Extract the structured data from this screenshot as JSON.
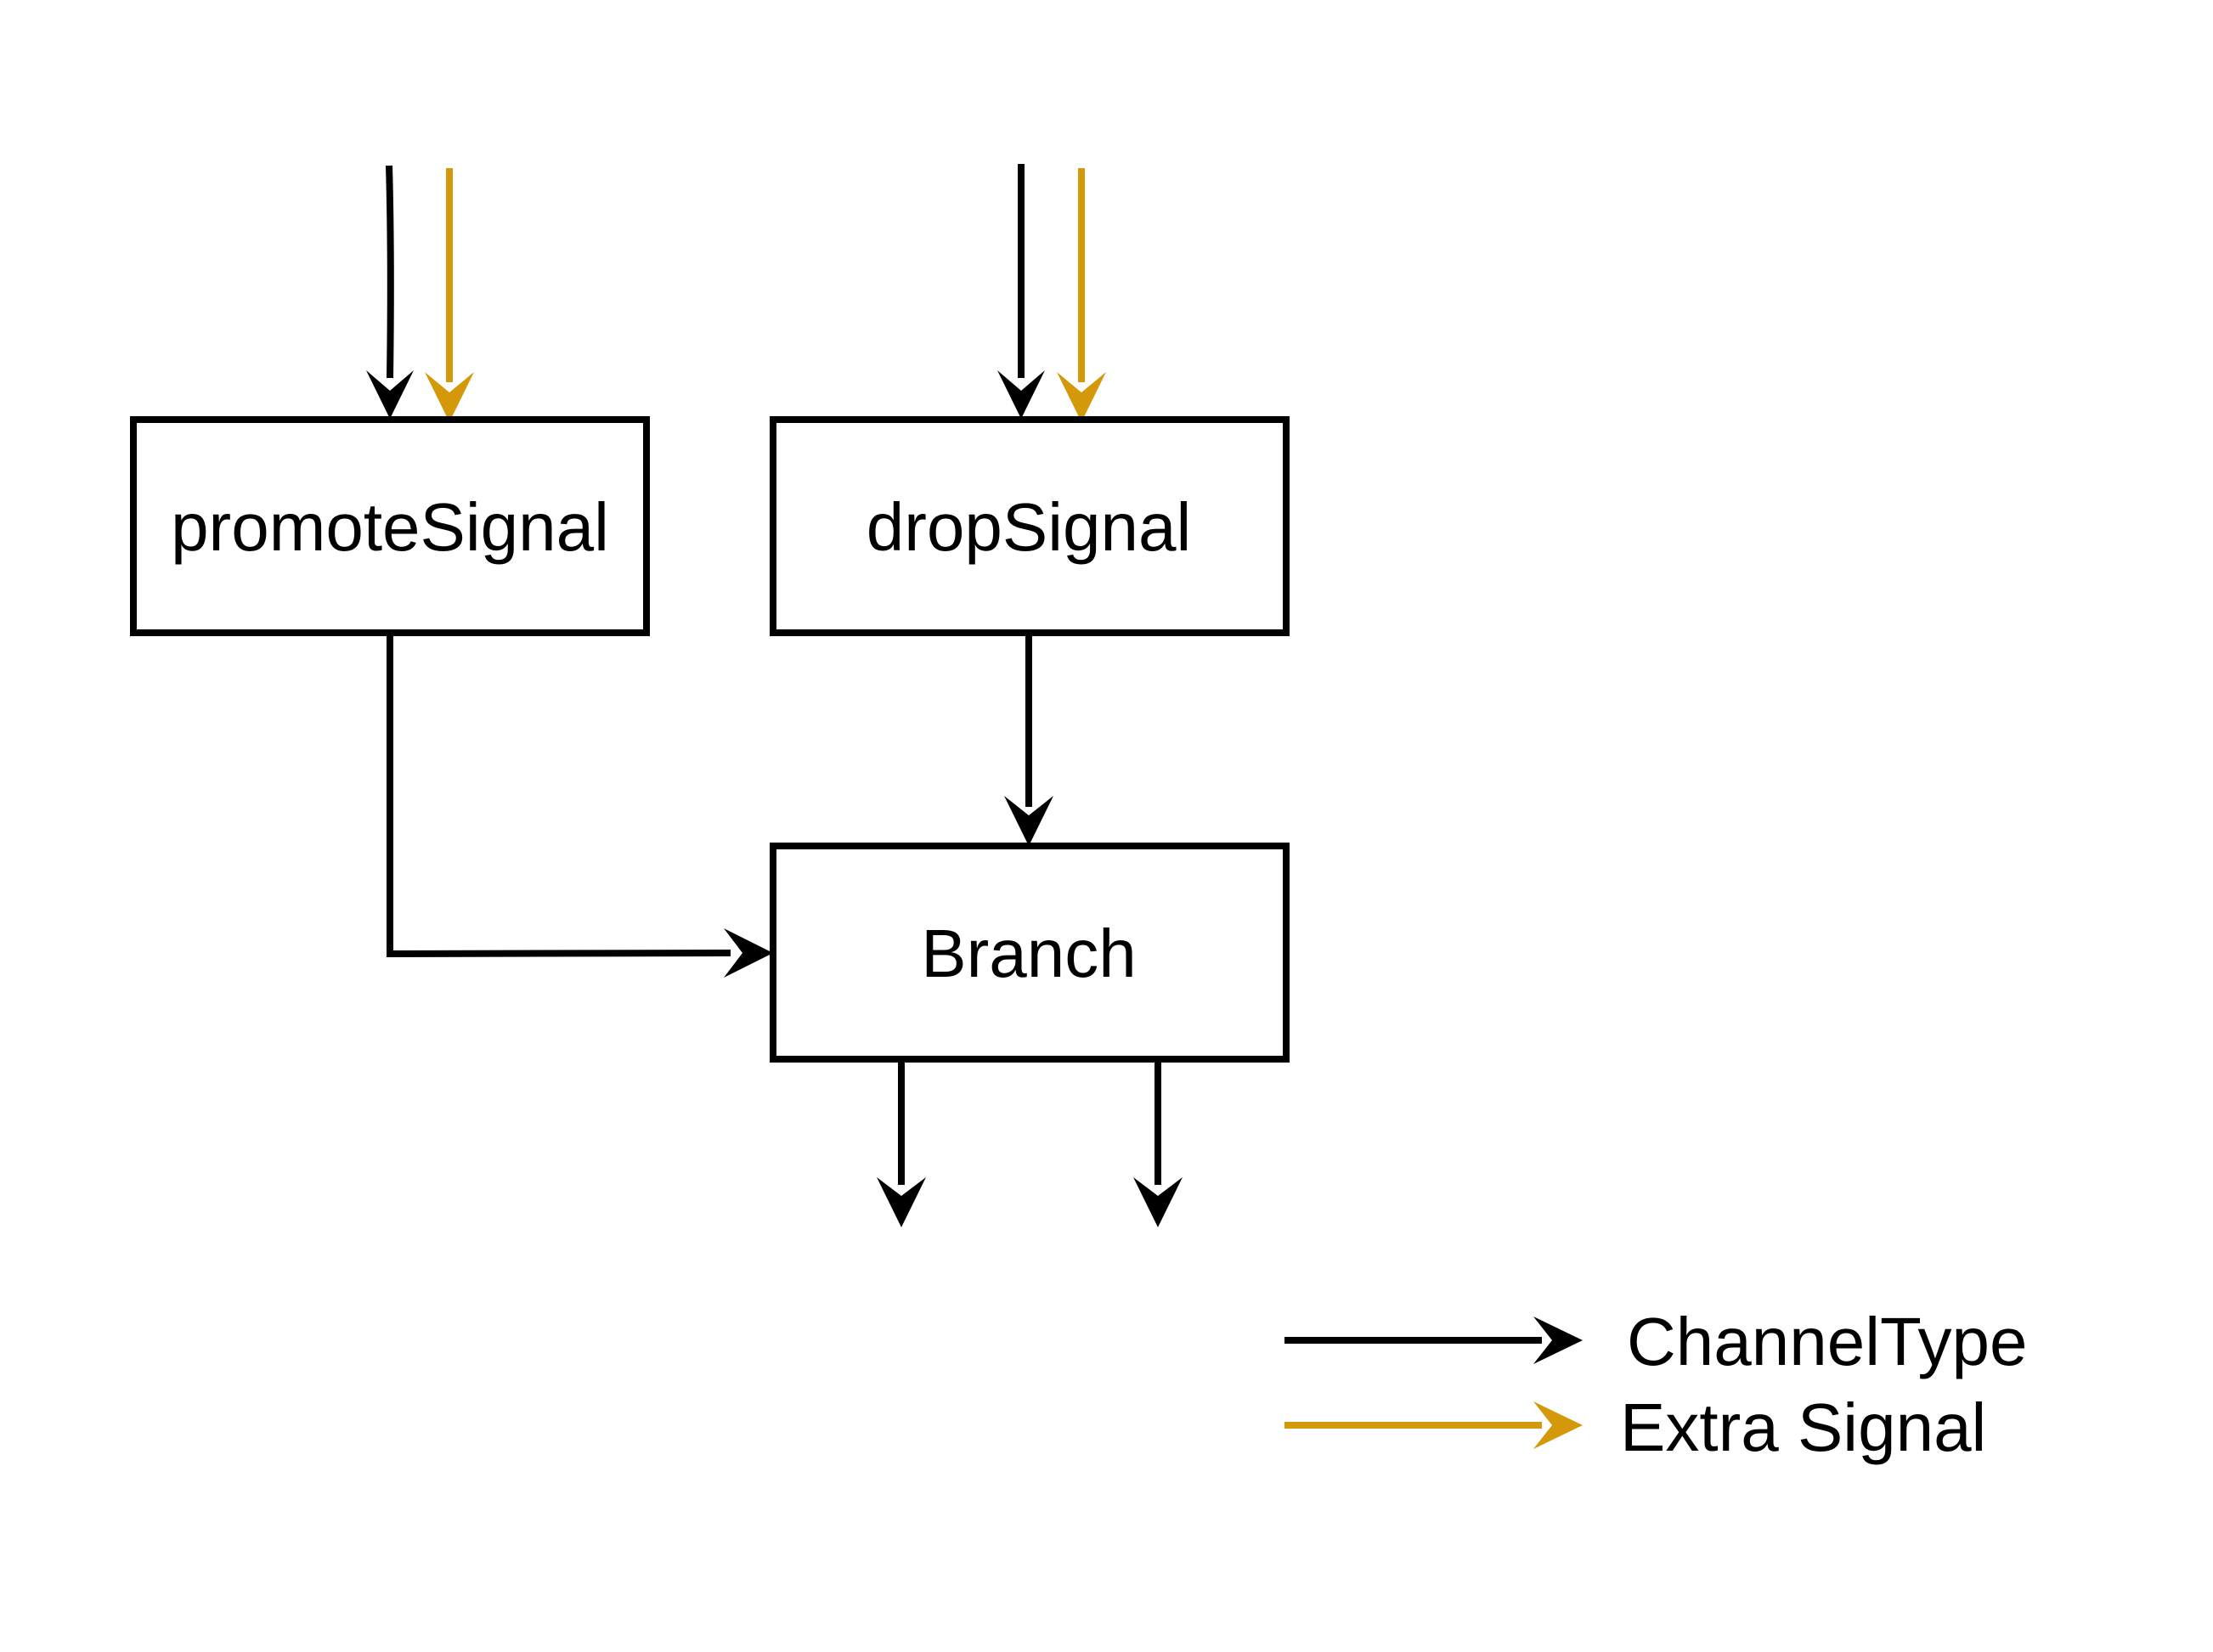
{
  "diagram": {
    "nodes": {
      "promote": {
        "label": "promoteSignal"
      },
      "drop": {
        "label": "dropSignal"
      },
      "branch": {
        "label": "Branch"
      }
    },
    "legend": {
      "channel": {
        "label": "ChannelType",
        "color": "#000000"
      },
      "extra": {
        "label": "Extra Signal",
        "color": "#D4990A"
      }
    }
  }
}
